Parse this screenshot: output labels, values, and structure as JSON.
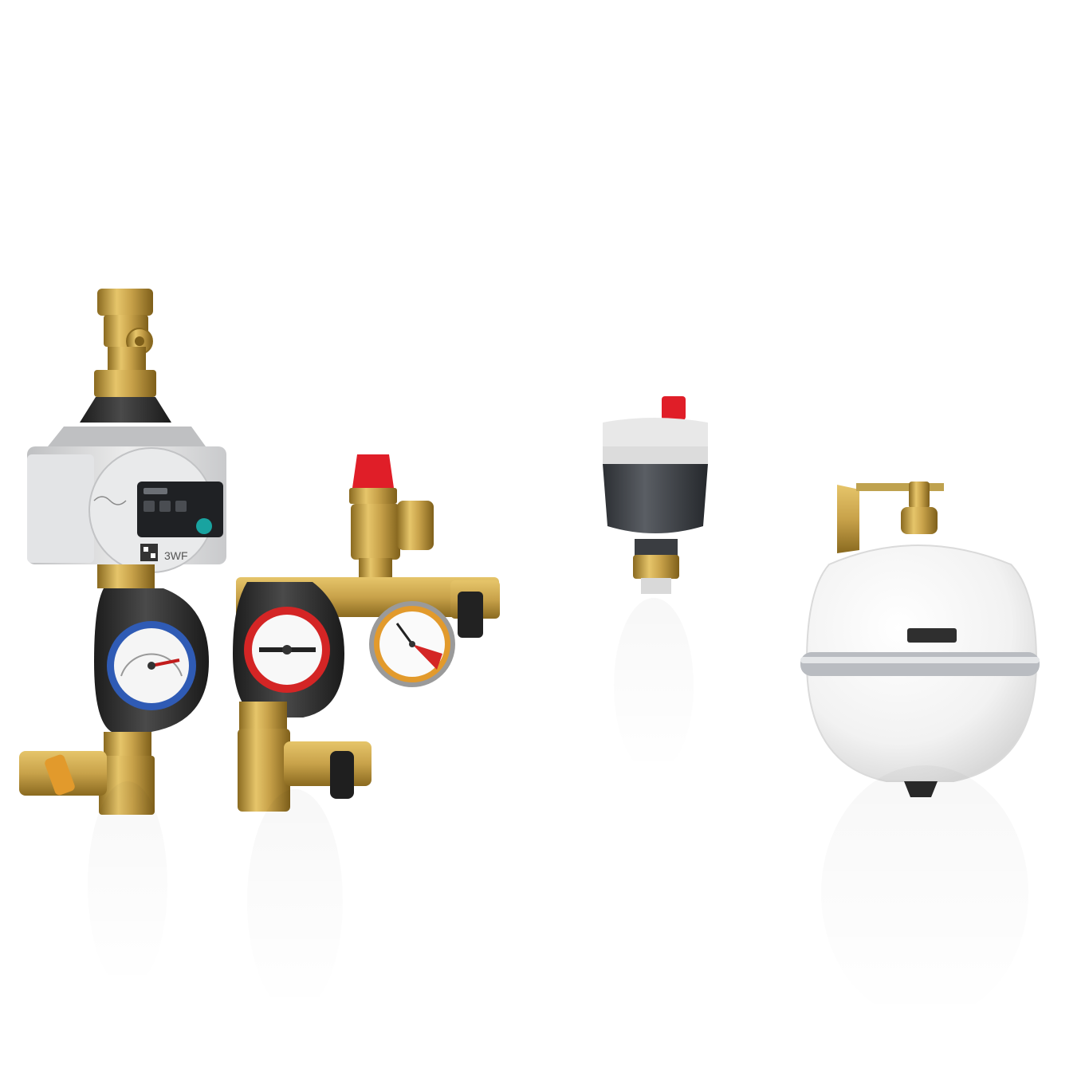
{
  "scene": {
    "background": "#ffffff",
    "products": [
      {
        "name": "pump-group-with-circulator-and-thermometers"
      },
      {
        "name": "safety-valve-group-with-pressure-gauge"
      },
      {
        "name": "automatic-air-vent"
      },
      {
        "name": "white-expansion-vessel-with-bracket"
      }
    ],
    "pump_label": "3WF"
  },
  "colors": {
    "brass": "#c8a24a",
    "brass_dark": "#8a6a20",
    "gauge_blue": "#2f5bb5",
    "gauge_red": "#d42525",
    "cap_red": "#e01e28",
    "body_black": "#2a2a2a",
    "pump_grey": "#d9dadc",
    "led_teal": "#19a3a0",
    "vessel_white": "#f6f6f6",
    "band_silver": "#b9bcc1",
    "gauge_orange": "#e29a2c"
  }
}
